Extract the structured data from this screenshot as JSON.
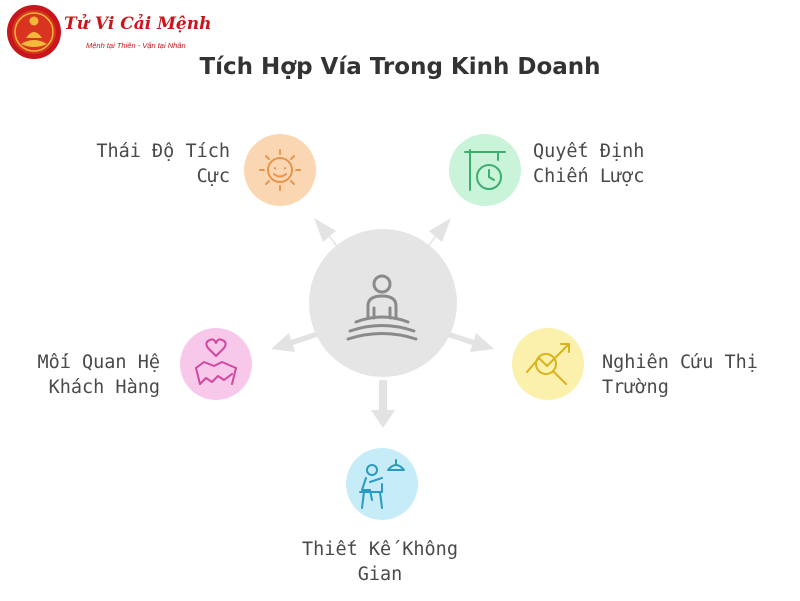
{
  "brand": {
    "name": "Tử Vi Cải Mệnh",
    "tagline": "Mệnh tại Thiên - Vận tại Nhân"
  },
  "title": "Tích Hợp Vía Trong Kinh Doanh",
  "center": {
    "icon": "meditating-person-icon"
  },
  "nodes": [
    {
      "id": "attitude",
      "lines": [
        "Thái Độ Tích",
        "Cực"
      ],
      "icon": "sun-smile-icon",
      "color": "#fbd6b2",
      "stroke": "#e8954e"
    },
    {
      "id": "strategy",
      "lines": [
        "Quyết Định",
        "Chiến Lược"
      ],
      "icon": "signpost-clock-icon",
      "color": "#c9f4d9",
      "stroke": "#3dae6e"
    },
    {
      "id": "relations",
      "lines": [
        "Mối Quan Hệ",
        "Khách Hàng"
      ],
      "icon": "heart-handshake-icon",
      "color": "#f7c8ea",
      "stroke": "#d1489e"
    },
    {
      "id": "research",
      "lines": [
        "Nghiên Cứu Thị",
        "Trường"
      ],
      "icon": "chart-magnifier-icon",
      "color": "#fbf1ad",
      "stroke": "#d9b21e"
    },
    {
      "id": "space",
      "lines": [
        "Thiết Kế Không",
        "Gian"
      ],
      "icon": "person-lamp-chair-icon",
      "color": "#c6ecf8",
      "stroke": "#2a9ac4"
    }
  ],
  "colors": {
    "hub": "#e5e5e5",
    "arrow": "#e3e3e3",
    "hub_icon": "#8a8a8a",
    "brand": "#c8161d"
  }
}
